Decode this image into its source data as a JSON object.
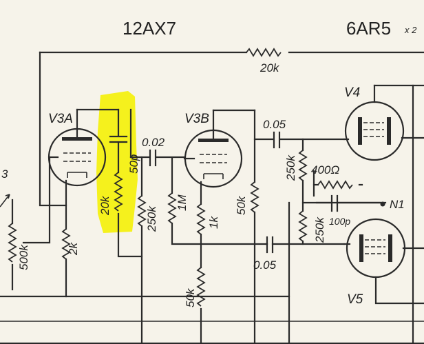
{
  "titles": {
    "left_tube_type": "12AX7",
    "right_tube_type": "6AR5",
    "right_tube_suffix": "x 2"
  },
  "tubes": {
    "v3a": "V3A",
    "v3b": "V3B",
    "v4": "V4",
    "v5": "V5"
  },
  "components": {
    "feedback_resistor": "20k",
    "coupling_cap_1": "0.02",
    "coupling_cap_2": "0.05",
    "coupling_cap_3": "0.05",
    "bypass_cap": "50p",
    "plate_load_v3a": "20k",
    "grid_resistor_1": "250k",
    "grid_resistor_1m": "1M",
    "cathode_resistor_v3b": "1k",
    "plate_load_v3b": "50k",
    "grid_resistor_v4": "250k",
    "grid_resistor_v5": "250k",
    "balance_resistor": "400Ω",
    "feedback_cap": "100p",
    "cathode_resistor_v3a": "2k",
    "tail_resistor": "50k",
    "volume_pot": "500k"
  },
  "terminals": {
    "n1": "N1",
    "left_edge_fragment": "3"
  },
  "highlight_color": "#f5f000"
}
